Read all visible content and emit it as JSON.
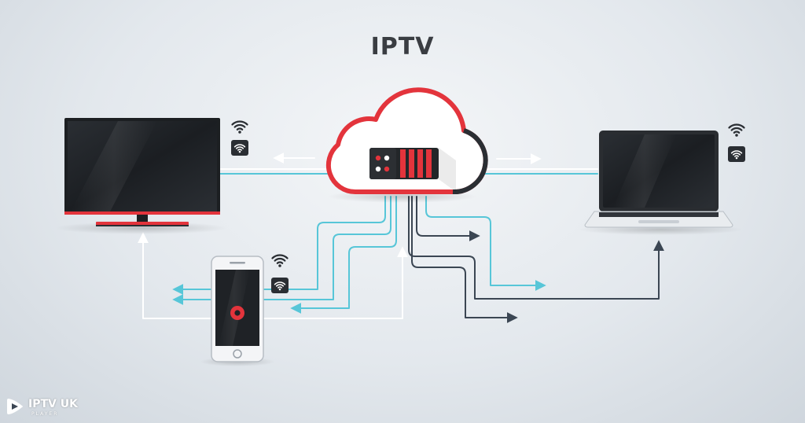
{
  "title": "IPTV",
  "logo": {
    "main": "IPTV UK",
    "sub": "PLAYER"
  },
  "nodes": {
    "cloud": "cloud-server",
    "tv": "television",
    "laptop": "laptop",
    "phone": "smartphone"
  },
  "icons": [
    "wifi-icon",
    "wifi-badge-icon",
    "play-button-icon",
    "arrow-icon"
  ],
  "colors": {
    "accent_red": "#e3343c",
    "line_cyan": "#57c6d8",
    "line_white": "#ffffff",
    "line_dark": "#3b4653",
    "device_dark": "#1e2124"
  }
}
